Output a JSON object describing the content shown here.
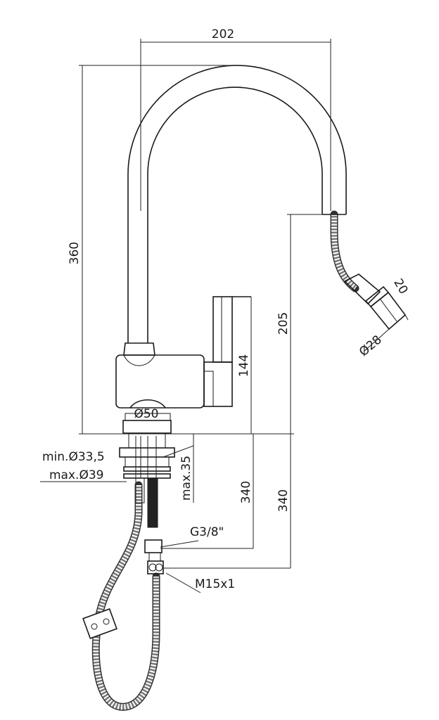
{
  "drawing": {
    "dimensions": {
      "spout_reach": "202",
      "total_height": "360",
      "spout_outlet_height": "205",
      "lever_height": "144",
      "hose_length_a": "340",
      "hose_length_b": "340",
      "hand_shower_length": "20",
      "hand_shower_diameter": "Ø28",
      "base_diameter": "Ø50",
      "max_thickness": "max.35"
    },
    "labels": {
      "hole_min": "min.Ø33,5",
      "hole_max": "max.Ø39",
      "connection_thread": "G3/8\"",
      "hose_thread": "M15x1"
    }
  }
}
